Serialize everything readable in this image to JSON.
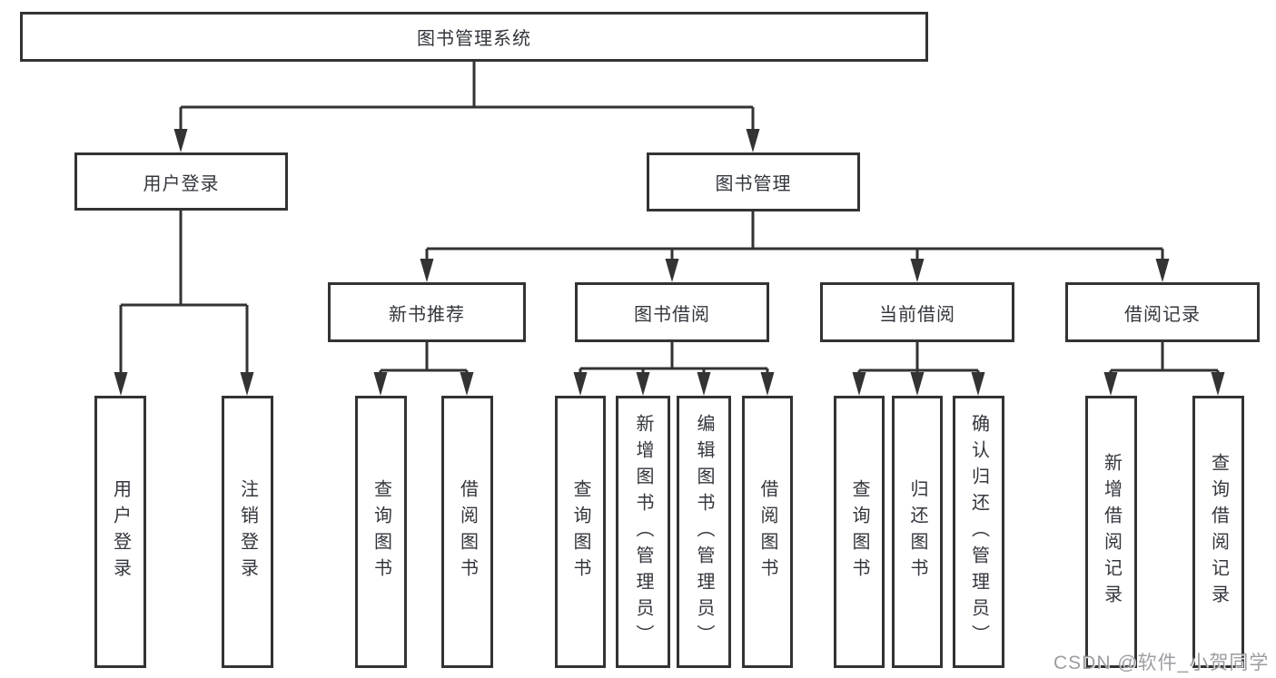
{
  "diagram": {
    "root": "图书管理系统",
    "level2": {
      "user_login": "用户登录",
      "book_mgmt": "图书管理"
    },
    "level3": {
      "new_book_rec": "新书推荐",
      "book_borrow": "图书借阅",
      "current_borrow": "当前借阅",
      "borrow_records": "借阅记录"
    },
    "leaves": {
      "user_login": "用户登录",
      "logout": "注销登录",
      "rec_query_book": "查询图书",
      "rec_borrow_book": "借阅图书",
      "bb_query_book": "查询图书",
      "bb_add_book": "新增图书（管理员）",
      "bb_edit_book": "编辑图书（管理员）",
      "bb_borrow_book": "借阅图书",
      "cb_query_book": "查询图书",
      "cb_return_book": "归还图书",
      "cb_confirm_return": "确认归还（管理员）",
      "br_add_record": "新增借阅记录",
      "br_query_record": "查询借阅记录"
    }
  },
  "watermark": "CSDN @软件_小贺同学",
  "colors": {
    "line": "#333333",
    "text": "#33363d",
    "watermark": "#8c8c92",
    "background": "#ffffff"
  }
}
